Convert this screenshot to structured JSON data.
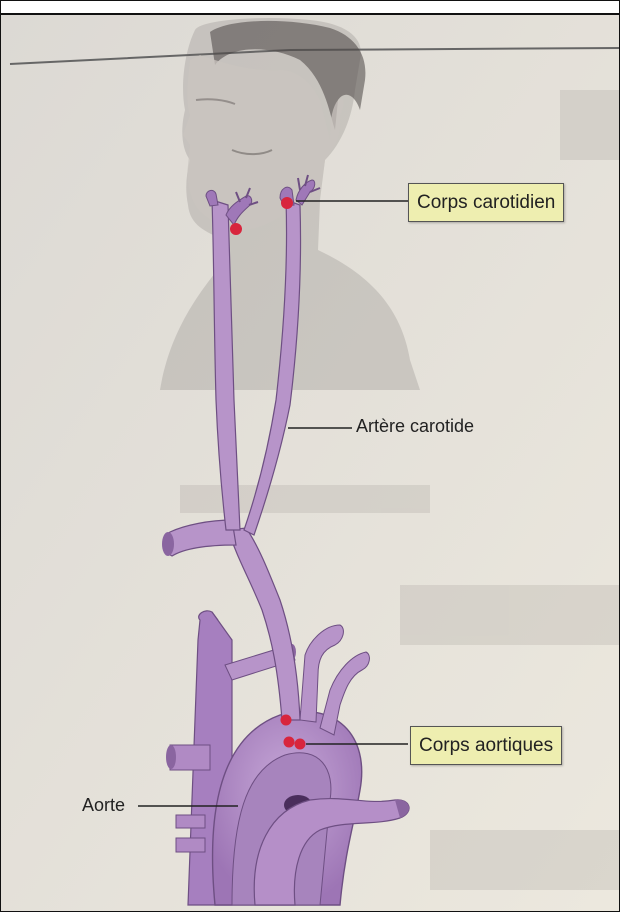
{
  "diagram": {
    "labels": {
      "carotid_body": "Corps carotidien",
      "carotid_artery": "Artère carotide",
      "aortic_bodies": "Corps aortiques",
      "aorta": "Aorte"
    },
    "colors": {
      "background": "#e9e5dc",
      "vessel_fill": "#b794c9",
      "vessel_stroke": "#6e4f83",
      "chemoreceptor": "#d8253d",
      "label_box": "#eeeeb0",
      "head_silhouette": "#6f6b67"
    }
  }
}
